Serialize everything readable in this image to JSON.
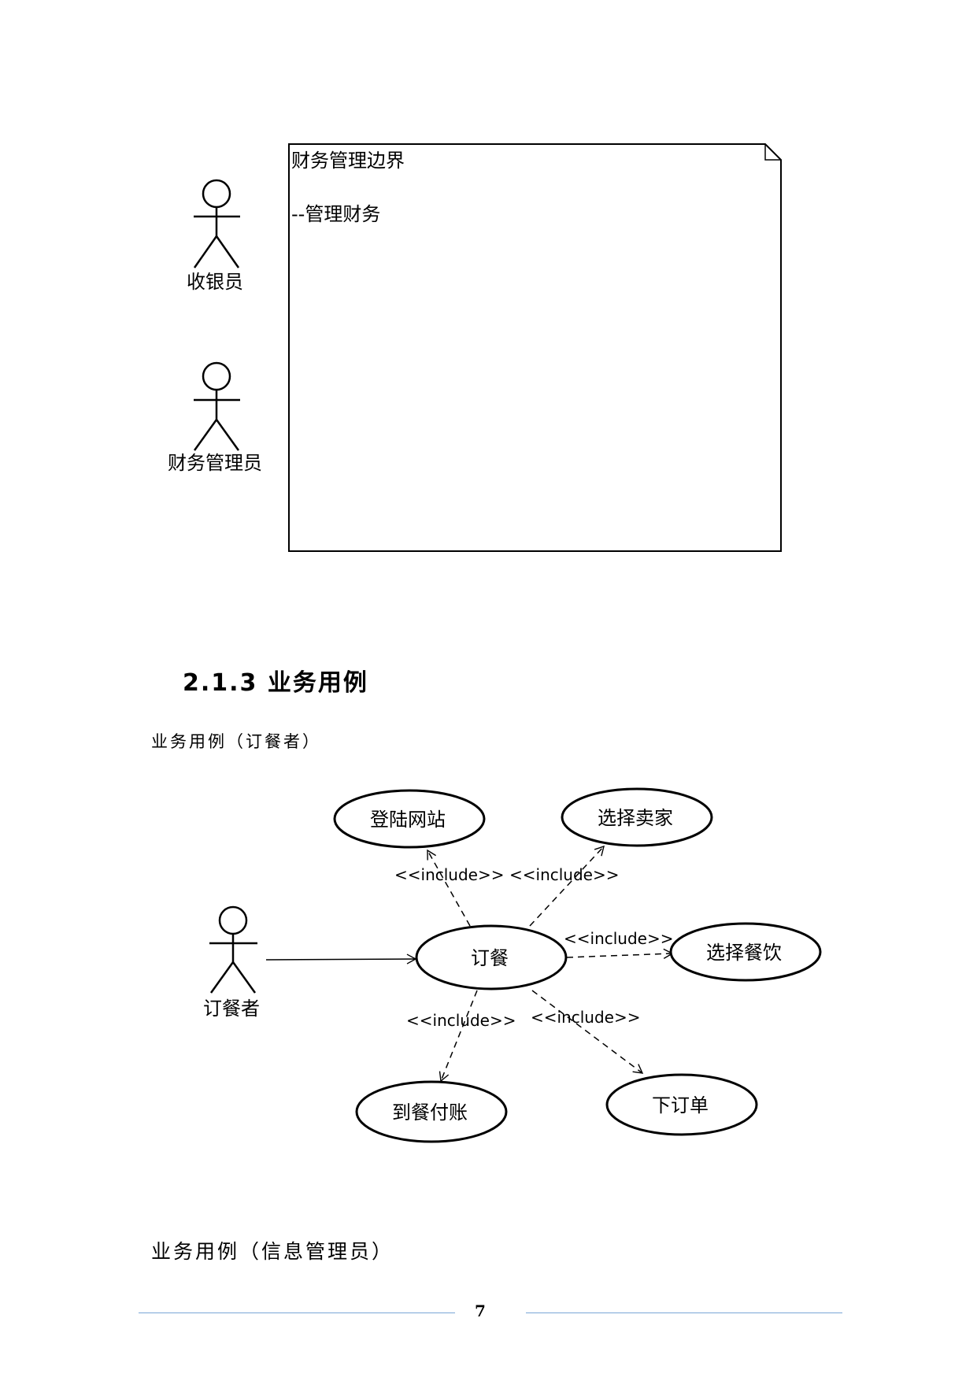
{
  "boundary_diagram": {
    "boundary_title": "财务管理边界",
    "boundary_note": "--管理财务",
    "actors": [
      {
        "id": "cashier",
        "label": "收银员"
      },
      {
        "id": "finance-manager",
        "label": "财务管理员"
      }
    ]
  },
  "section_heading": "2.1.3 业务用例",
  "caption_orderer": "业务用例（订餐者）",
  "usecase_diagram": {
    "actor": "订餐者",
    "central_use_case": "订餐",
    "use_cases": [
      "登陆网站",
      "选择卖家",
      "选择餐饮",
      "到餐付账",
      "下订单"
    ],
    "stereotype": "<<include>>"
  },
  "caption_admin": "业务用例（信息管理员）",
  "page_number": "7",
  "colors": {
    "footer_rule": "#7aa6d6",
    "ink": "#000000"
  }
}
